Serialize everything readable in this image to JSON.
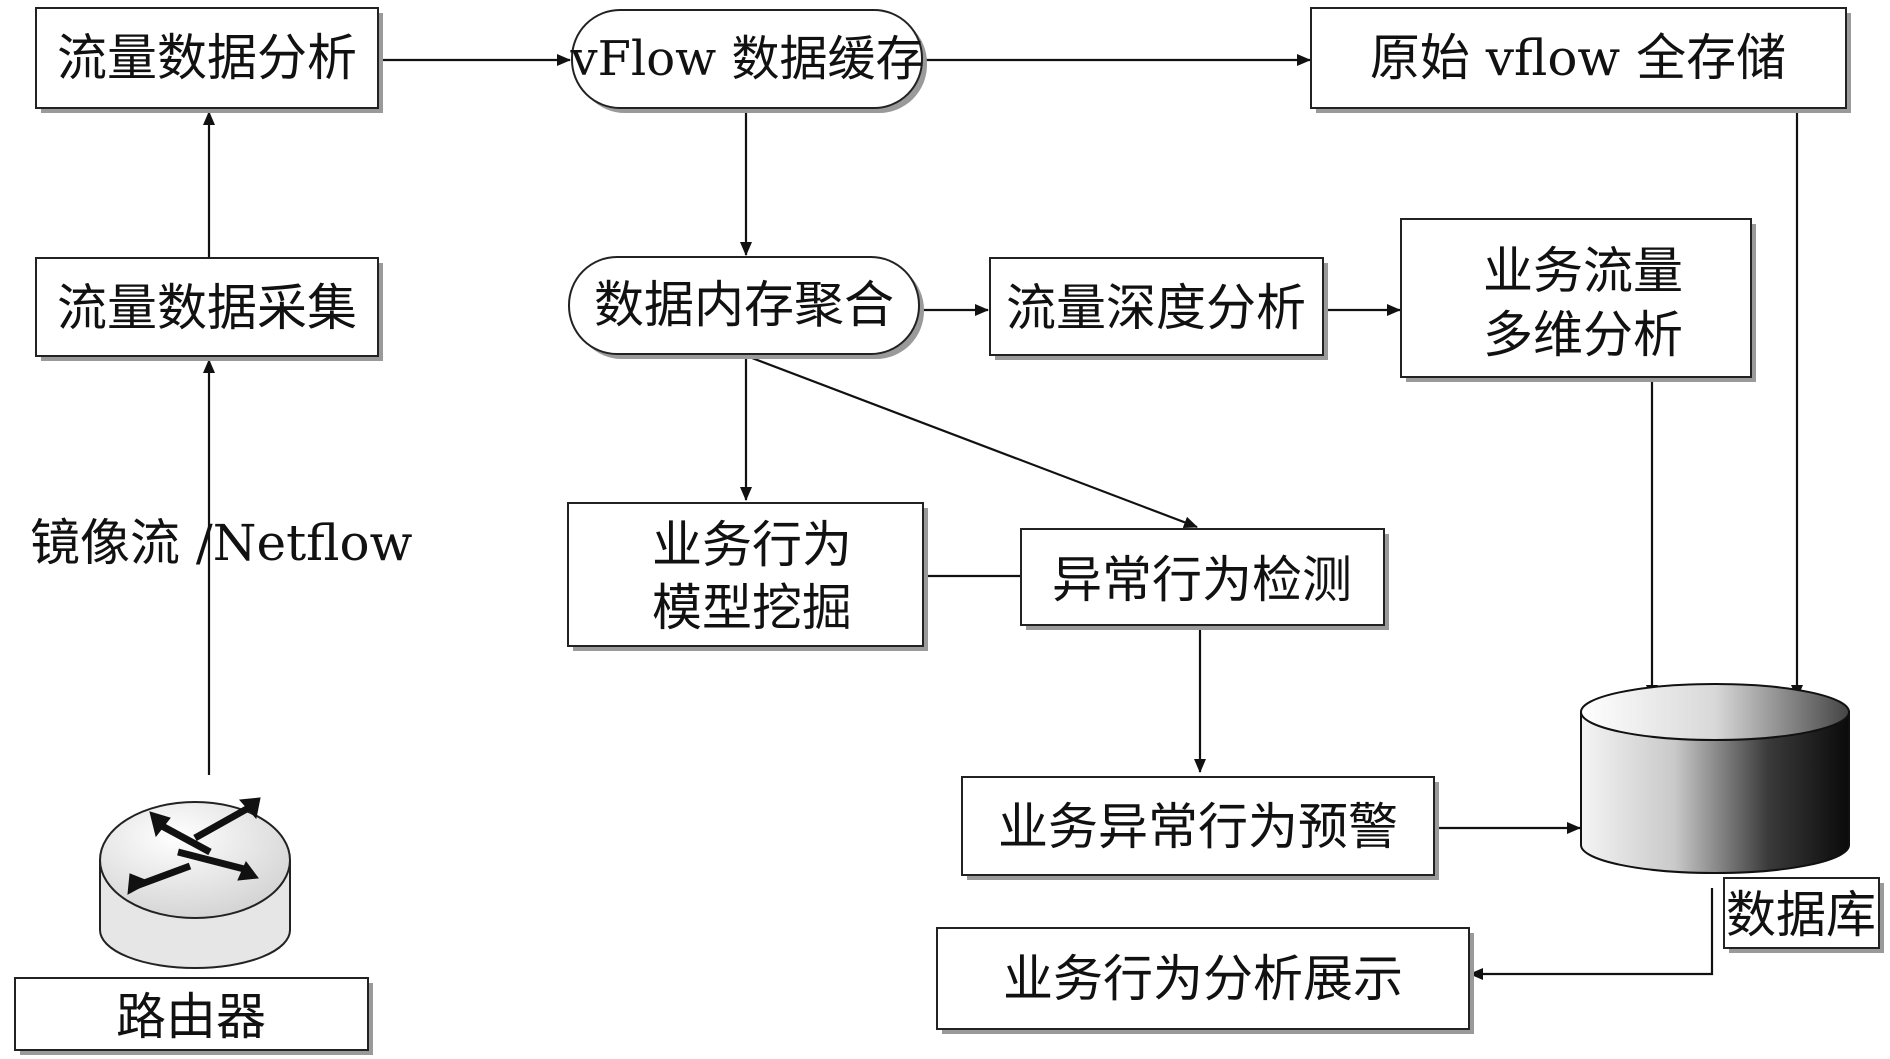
{
  "nodes": {
    "flow_analysis": "流量数据分析",
    "vflow_cache": "vFlow 数据缓存",
    "raw_storage": "原始 vflow 全存储",
    "flow_collect": "流量数据采集",
    "mem_aggregate": "数据内存聚合",
    "deep_analysis": "流量深度分析",
    "multi_dim_line1": "业务流量",
    "multi_dim_line2": "多维分析",
    "model_mining_line1": "业务行为",
    "model_mining_line2": "模型挖掘",
    "anomaly_detect": "异常行为检测",
    "anomaly_alert": "业务异常行为预警",
    "display": "业务行为分析展示",
    "router": "路由器",
    "database": "数据库",
    "mirror_label": "镜像流 /Netflow"
  },
  "icons": {
    "router": "router-icon",
    "database": "database-cylinder-icon"
  },
  "colors": {
    "line": "#111111",
    "box_border": "#222222",
    "shadow": "#9a9a9a",
    "db_dark": "#111111",
    "db_light": "#f2f2f2"
  }
}
